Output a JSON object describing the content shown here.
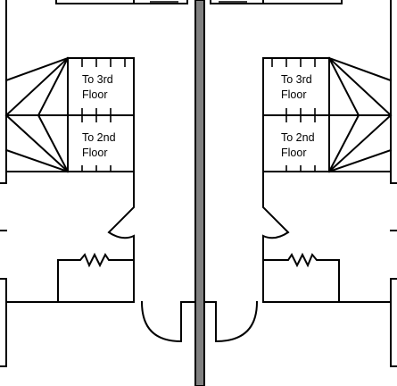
{
  "labels": {
    "left_upper_stair": [
      "To 3rd",
      "Floor"
    ],
    "left_lower_stair": [
      "To 2nd",
      "Floor"
    ],
    "right_upper_stair": [
      "To 3rd",
      "Floor"
    ],
    "right_lower_stair": [
      "To 2nd",
      "Floor"
    ]
  },
  "colors": {
    "line": "#000000",
    "party_wall_fill": "#808080",
    "background": "#ffffff"
  }
}
